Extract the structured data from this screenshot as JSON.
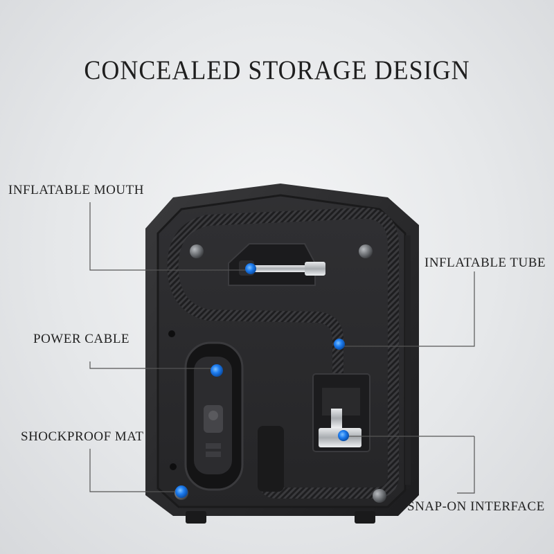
{
  "title": "CONCEALED STORAGE DESIGN",
  "labels": {
    "inflatable_mouth": "INFLATABLE MOUTH",
    "inflatable_tube": "INFLATABLE TUBE",
    "power_cable": "POWER CABLE",
    "shockproof_mat": "SHOCKPROOF MAT",
    "snap_on_interface": "SNAP-ON INTERFACE"
  },
  "colors": {
    "marker": "#1e7df0",
    "body": "#2b2b2d",
    "background": "#e6e8ea"
  }
}
